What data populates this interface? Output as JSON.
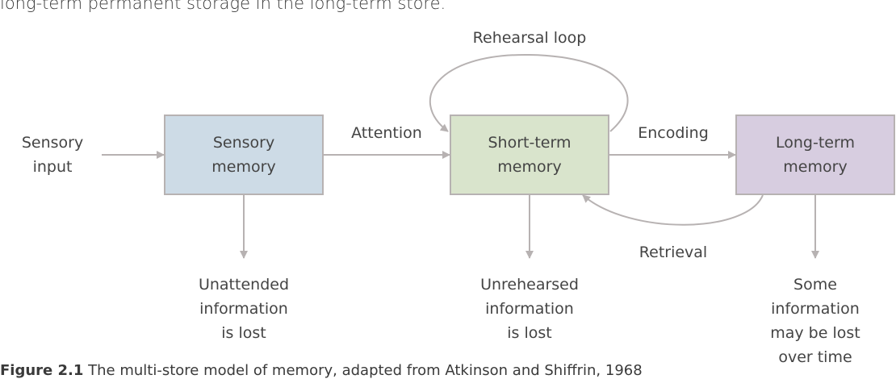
{
  "intro_text": "long-term permanent storage in the long-term store.",
  "diagram": {
    "sensory_input": [
      "Sensory",
      "input"
    ],
    "sensory_memory": [
      "Sensory",
      "memory"
    ],
    "short_term_memory": [
      "Short-term",
      "memory"
    ],
    "long_term_memory": [
      "Long-term",
      "memory"
    ],
    "attention": "Attention",
    "encoding": "Encoding",
    "retrieval": "Retrieval",
    "rehearsal_loop": "Rehearsal loop",
    "unattended": [
      "Unattended",
      "information",
      "is lost"
    ],
    "unrehearsed": [
      "Unrehearsed",
      "information",
      "is lost"
    ],
    "some_lost": [
      "Some",
      "information",
      "may be lost",
      "over time"
    ]
  },
  "caption": {
    "number": "Figure 2.1",
    "text": "The multi-store model of memory, adapted from Atkinson and Shiffrin, 1968"
  },
  "colors": {
    "sensory_box": "#cddbe6",
    "short_term_box": "#d9e4cc",
    "long_term_box": "#d7cde0",
    "arrow": "#b7b2b2"
  }
}
